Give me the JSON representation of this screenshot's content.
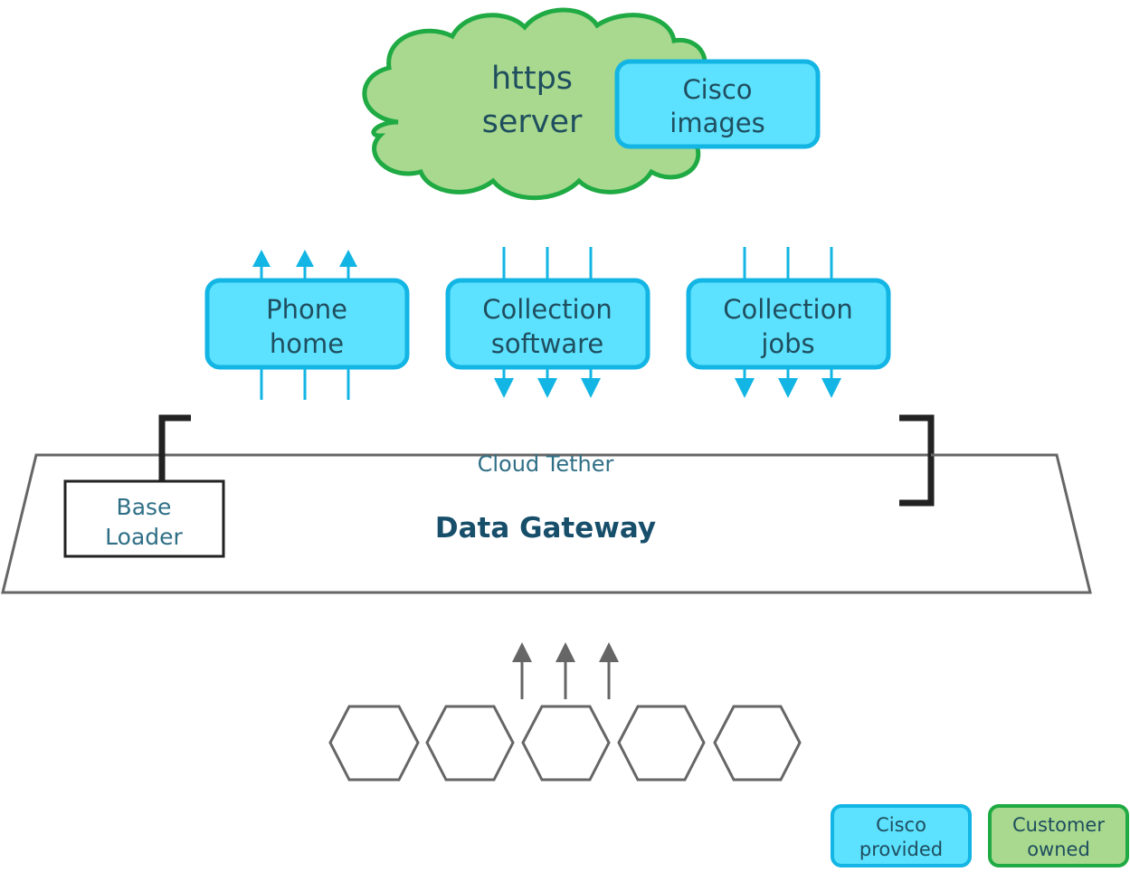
{
  "colors": {
    "cisco_fill": "#5ce1fe",
    "cisco_stroke": "#12b5e3",
    "customer_fill": "#a8d98e",
    "customer_stroke": "#1faa44",
    "device_stroke": "#666666",
    "bracket": "#222222",
    "text_dark": "#1f4e5f",
    "text_title": "#174f6b"
  },
  "cloud": {
    "line1": "https",
    "line2": "server",
    "images_box": {
      "line1": "Cisco",
      "line2": "images"
    }
  },
  "modules": [
    {
      "id": "phone-home",
      "line1": "Phone",
      "line2": "home",
      "arrows_top": "up",
      "arrows_bottom": "line"
    },
    {
      "id": "collection-software",
      "line1": "Collection",
      "line2": "software",
      "arrows_top": "line",
      "arrows_bottom": "down"
    },
    {
      "id": "collection-jobs",
      "line1": "Collection",
      "line2": "jobs",
      "arrows_top": "line",
      "arrows_bottom": "down"
    }
  ],
  "gateway": {
    "tether_label": "Cloud Tether",
    "title": "Data Gateway",
    "base_loader": {
      "line1": "Base",
      "line2": "Loader"
    }
  },
  "devices": {
    "count": 5,
    "arrows": 3
  },
  "legend": [
    {
      "id": "cisco-provided",
      "line1": "Cisco",
      "line2": "provided"
    },
    {
      "id": "customer-owned",
      "line1": "Customer",
      "line2": "owned"
    }
  ]
}
